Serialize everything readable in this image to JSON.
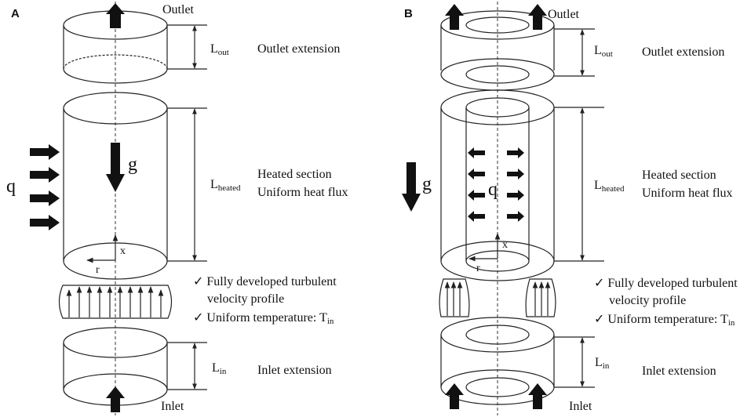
{
  "panels": {
    "a": {
      "letter": "A",
      "outlet": "Outlet",
      "outlet_ext": "Outlet extension",
      "l_out_main": "L",
      "l_out_sub": "out",
      "g": "g",
      "q": "q",
      "l_heated_main": "L",
      "l_heated_sub": "heated",
      "heated_1": "Heated section",
      "heated_2": "Uniform heat flux",
      "axis_x": "x",
      "axis_r": "r",
      "note_1a": "✓ Fully developed turbulent",
      "note_1b": "velocity profile",
      "note_2": "✓ Uniform temperature: T",
      "note_2_sub": "in",
      "l_in_main": "L",
      "l_in_sub": "in",
      "inlet_ext": "Inlet extension",
      "inlet": "Inlet"
    },
    "b": {
      "letter": "B",
      "outlet": "Outlet",
      "outlet_ext": "Outlet extension",
      "l_out_main": "L",
      "l_out_sub": "out",
      "g": "g",
      "q": "q",
      "l_heated_main": "L",
      "l_heated_sub": "heated",
      "heated_1": "Heated section",
      "heated_2": "Uniform heat flux",
      "axis_x": "x",
      "axis_r": "r",
      "note_1a": "✓ Fully developed turbulent",
      "note_1b": "velocity profile",
      "note_2": "✓ Uniform temperature: T",
      "note_2_sub": "in",
      "l_in_main": "L",
      "l_in_sub": "in",
      "inlet_ext": "Inlet extension",
      "inlet": "Inlet"
    }
  }
}
